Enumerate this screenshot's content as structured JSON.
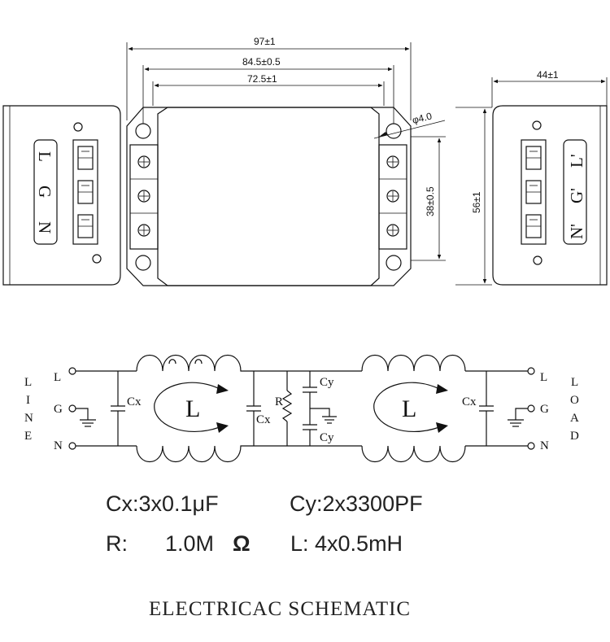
{
  "dimensions": {
    "overall_length": "97±1",
    "hole_spacing": "84.5±0.5",
    "terminal_block_span": "72.5±1",
    "hole_diameter": "φ4.0",
    "terminal_pitch_span": "38±0.5",
    "overall_width": "56±1",
    "height": "44±1"
  },
  "terminal_labels": {
    "line_side": [
      "L",
      "G",
      "N"
    ],
    "load_side": [
      "N'",
      "G'",
      "L'"
    ]
  },
  "schematic": {
    "line_label": [
      "L",
      "I",
      "N",
      "E"
    ],
    "load_label": [
      "L",
      "O",
      "A",
      "D"
    ],
    "line_terminals": [
      "L",
      "G",
      "N"
    ],
    "load_terminals": [
      "L",
      "G",
      "N"
    ],
    "cx_label": "Cx",
    "cy_label": "Cy",
    "r_label": "R",
    "inductor_label": "L"
  },
  "specs": {
    "cx": "Cx:3x0.1μF",
    "cy": "Cy:2x3300PF",
    "r_key": "R:",
    "r_value": "1.0M",
    "r_unit": "Ω",
    "l": "L:  4x0.5mH"
  },
  "caption": "ELECTRICAC  SCHEMATIC"
}
